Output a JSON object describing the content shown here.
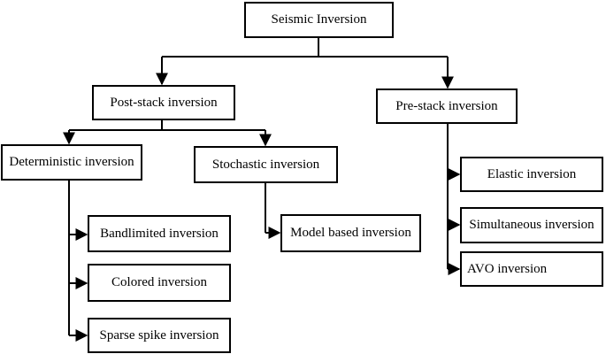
{
  "diagram": {
    "root": "Seismic Inversion",
    "post_stack": {
      "label": "Post-stack inversion",
      "deterministic": {
        "label": "Deterministic inversion",
        "children": [
          "Bandlimited inversion",
          "Colored inversion",
          "Sparse spike inversion"
        ]
      },
      "stochastic": {
        "label": "Stochastic inversion",
        "children": [
          "Model based inversion"
        ]
      }
    },
    "pre_stack": {
      "label": "Pre-stack inversion",
      "children": [
        "Elastic inversion",
        "Simultaneous inversion",
        "AVO inversion"
      ]
    }
  },
  "colors": {
    "line": "#000000",
    "box_border": "#000000",
    "background": "#ffffff"
  }
}
